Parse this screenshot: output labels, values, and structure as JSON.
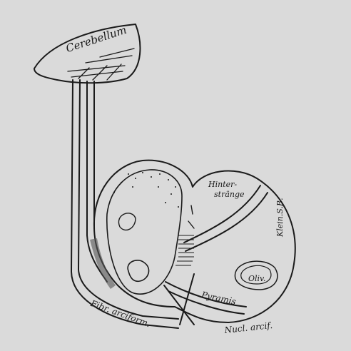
{
  "labels": {
    "cerebellum": "Cerebellum",
    "hinterstraenge_line1": "Hinter-",
    "hinterstraenge_line2": "stränge",
    "klein_sb": "Klein.S.B.",
    "oliv": "Oliv.",
    "pyramis": "Pyramis",
    "nucl_arcif": "Nucl. arcif.",
    "fibr_arciform": "Fibr. arciform."
  },
  "colors": {
    "background": "#dadada",
    "ink": "#1a1a1a"
  }
}
